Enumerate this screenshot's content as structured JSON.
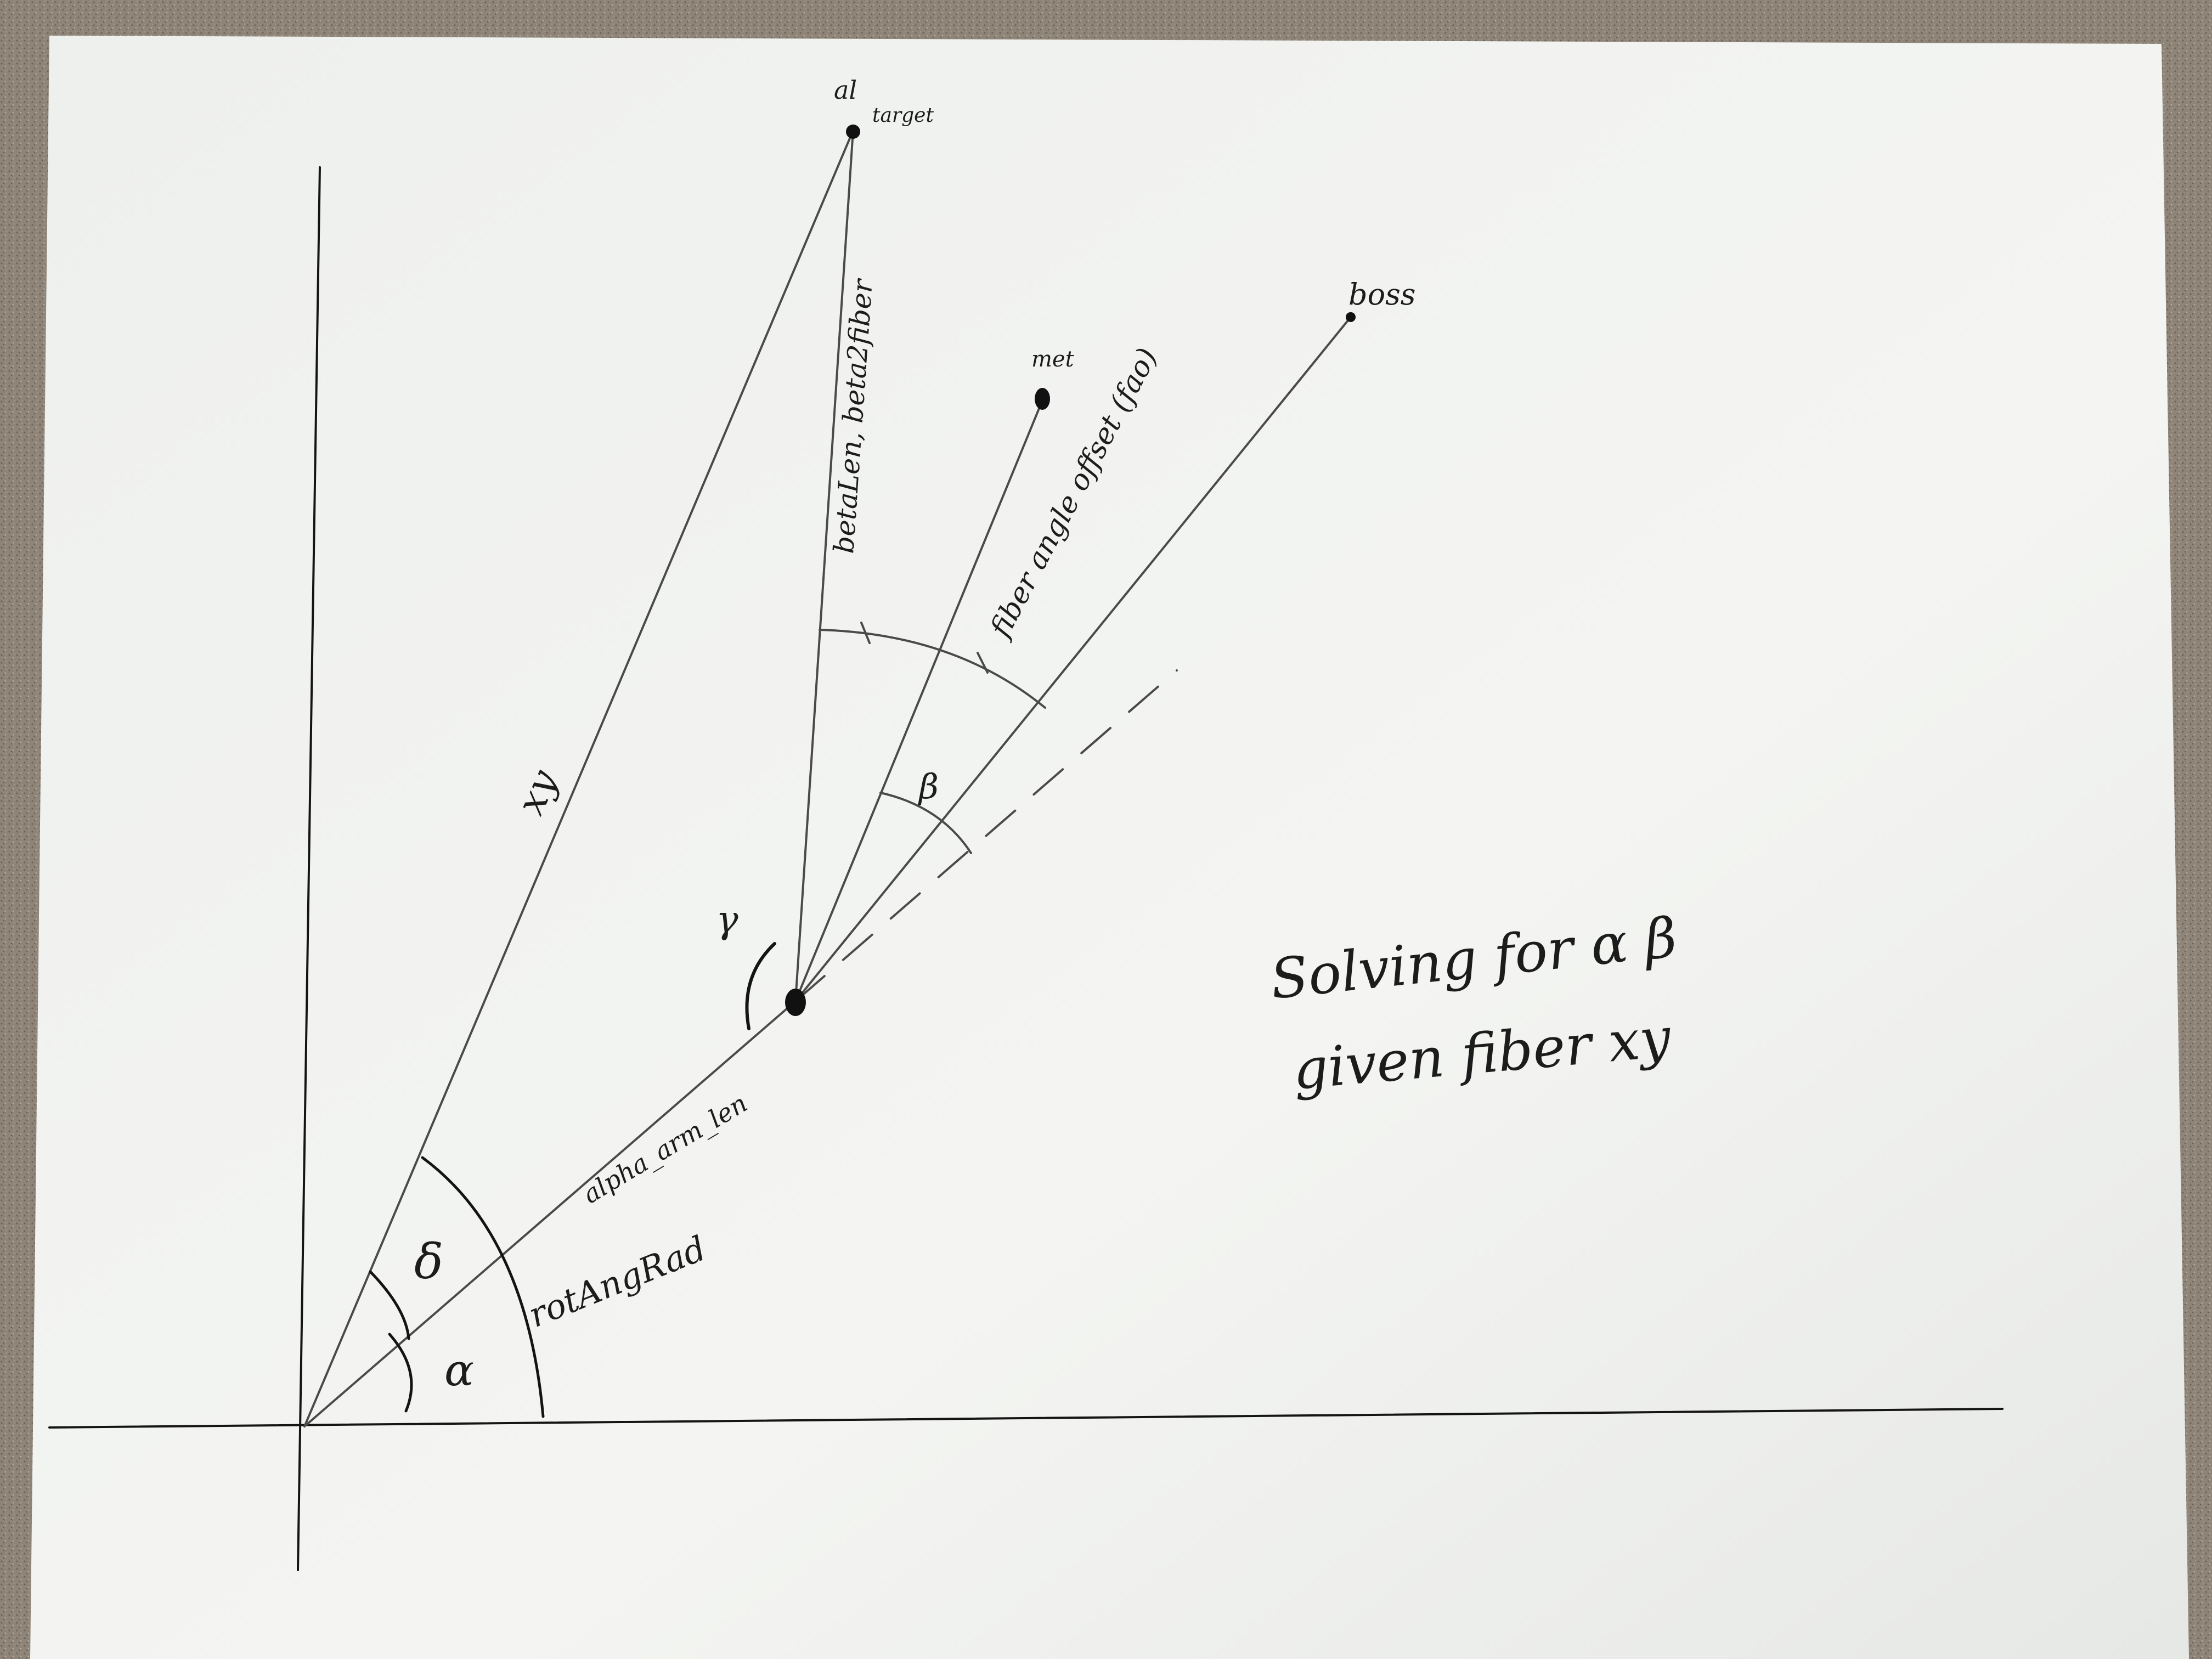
{
  "diagram": {
    "labels": {
      "point_top": "al",
      "target": "target",
      "boss": "boss",
      "met": "met",
      "xy": "xy",
      "beta_len": "betaLen, beta2fiber",
      "fiber_angle_offset": "fiber angle offset (fao)",
      "beta": "β",
      "gamma": "γ",
      "delta": "δ",
      "alpha": "α",
      "alpha_arm_len": "alpha_arm_len",
      "rot_ang_rad": "rotAngRad"
    },
    "note": {
      "line1": "Solving for α β",
      "line2": "given fiber xy"
    },
    "colors": {
      "paper": "#f2f3f0",
      "table": "#8f8478",
      "pencil": "#4a4a4a",
      "ink": "#141414"
    }
  }
}
